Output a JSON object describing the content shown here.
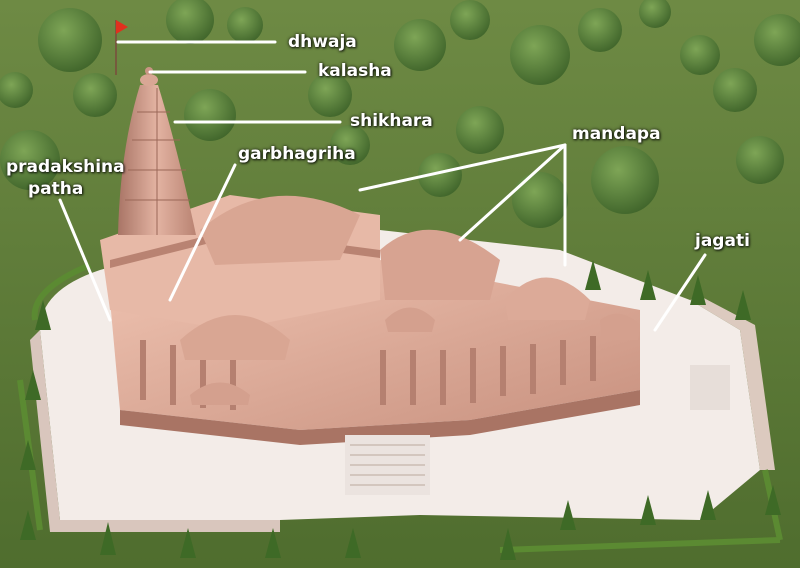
{
  "image": {
    "description_free": true
  },
  "labels": {
    "dhwaja": "dhwaja",
    "kalasha": "kalasha",
    "shikhara": "shikhara",
    "garbhagriha": "garbhagriha",
    "pradakshina_line1": "pradakshina",
    "pradakshina_line2": "patha",
    "mandapa": "mandapa",
    "jagati": "jagati"
  },
  "colors": {
    "grass": "#5f7d3a",
    "stone": "#e6b3a0",
    "stone_dark": "#b98372",
    "platform": "#f3ece8",
    "tree": "#4f7a35",
    "label_text": "#ffffff",
    "flag": "#e0301e"
  }
}
